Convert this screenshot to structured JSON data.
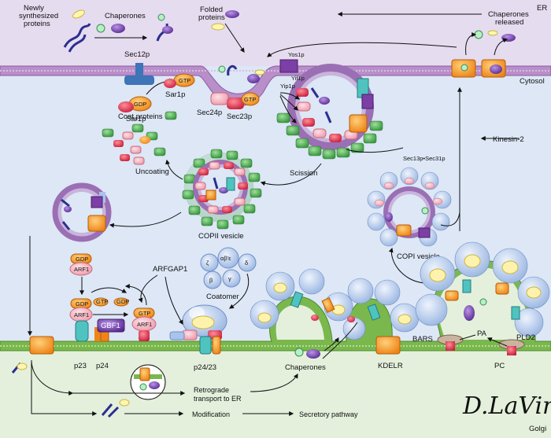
{
  "regions": {
    "er": "ER",
    "cytosol": "Cytosol",
    "golgi": "Golgi"
  },
  "labels": {
    "newly_synth_1": "Newly",
    "newly_synth_2": "synthesized",
    "newly_synth_3": "proteins",
    "chaperones_top": "Chaperones",
    "folded_1": "Folded",
    "folded_2": "proteins",
    "chap_released_1": "Chaperones",
    "chap_released_2": "released",
    "sec12p": "Sec12p",
    "sar1p_gtp": "Sar1p",
    "sar1p_gdp": "Sar1p",
    "gtp": "GTP",
    "gdp": "GDP",
    "sec24p": "Sec24p",
    "sec23p": "Sec23p",
    "yos1p": "Yos1p",
    "yif1p": "Yif1p",
    "yip1p": "Yip1p",
    "sec13_31": "Sec13p•Sec31p",
    "kinesin2": "Kinesin-2",
    "coat_proteins": "Coat proteins",
    "uncoating": "Uncoating",
    "scission": "Scission",
    "copii_vesicle": "COPII vesicle",
    "copi_vesicle": "COPI vesicle",
    "arfgap1": "ARFGAP1",
    "coatomer": "Coatomer",
    "arf1": "ARF1",
    "gbf1": "GBF1",
    "p23": "p23",
    "p24": "p24",
    "p2423": "p24/23",
    "chaperones_golgi": "Chaperones",
    "kdelr": "KDELR",
    "bars": "BARS",
    "pa": "PA",
    "pc": "PC",
    "pld2": "PLD2",
    "retro_1": "Retrograde",
    "retro_2": "transport to ER",
    "modification": "Modification",
    "secretory": "Secretory pathway",
    "coat_greek_1": "ζ",
    "coat_greek_2": "αβ'ε",
    "coat_greek_3": "δ",
    "coat_greek_4": "β",
    "coat_greek_5": "γ",
    "signature": "D.LaVine"
  },
  "colors": {
    "er_bg": "#e6dcef",
    "cytosol_bg": "#dde7f6",
    "golgi_bg": "#e4f0dc",
    "er_membrane": "#b98fc9",
    "golgi_membrane": "#7ab84e",
    "sec13": "#5aaa55",
    "sec23": "#e8475a",
    "sec24": "#f4b7c4",
    "copi": "#a9c3ea",
    "gtp": "#f39a26",
    "arf": "#f6c0c8"
  }
}
